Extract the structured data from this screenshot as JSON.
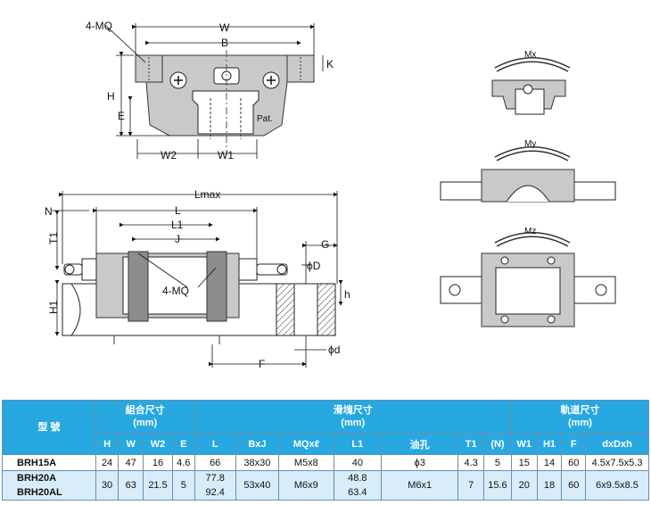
{
  "drawing_labels": {
    "top_view": {
      "mq": "4-MQ",
      "w": "W",
      "b": "B",
      "h": "H",
      "e": "E",
      "k": "K",
      "w2": "W2",
      "w1": "W1",
      "pat": "Pat."
    },
    "side_view": {
      "lmax": "Lmax",
      "n": "N",
      "l": "L",
      "l1": "L1",
      "j": "J",
      "t1": "T1",
      "h1": "H1",
      "mq": "4-MQ",
      "g": "G",
      "phi_d_upper": "ϕD",
      "h_small": "h",
      "phi_d_lower": "ϕd",
      "f": "F"
    },
    "moments": {
      "mx": "Mx",
      "my": "My",
      "mz": "Mz"
    }
  },
  "table": {
    "header_top": {
      "model": "型 號",
      "assembly": "組合尺寸\n(mm)",
      "block": "滑塊尺寸\n(mm)",
      "rail": "軌道尺寸\n(mm)"
    },
    "header_cols": [
      "H",
      "W",
      "W2",
      "E",
      "L",
      "BxJ",
      "MQxℓ",
      "L1",
      "油孔",
      "T1",
      "(N)",
      "W1",
      "H1",
      "F",
      "dxDxh"
    ],
    "rows": [
      {
        "model": "BRH15A",
        "H": "24",
        "W": "47",
        "W2": "16",
        "E": "4.6",
        "L": "66",
        "BxJ": "38x30",
        "MQxl": "M5x8",
        "L1": "40",
        "oil": "ϕ3",
        "T1": "4.3",
        "N": "5",
        "W1": "15",
        "H1": "14",
        "F": "60",
        "dxDxh": "4.5x7.5x5.3"
      },
      {
        "model": "BRH20A",
        "model2": "BRH20AL",
        "H": "30",
        "W": "63",
        "W2": "21.5",
        "E": "5",
        "L": "77.8",
        "L_2": "92.4",
        "BxJ": "53x40",
        "MQxl": "M6x9",
        "L1": "48.8",
        "L1_2": "63.4",
        "oil": "M6x1",
        "T1": "7",
        "N": "15.6",
        "W1": "20",
        "H1": "18",
        "F": "60",
        "dxDxh": "6x9.5x8.5"
      }
    ]
  },
  "colors": {
    "header_blue": "#27a8e0",
    "row_tint": "#d8ecf9",
    "border": "#6c8fb0"
  }
}
